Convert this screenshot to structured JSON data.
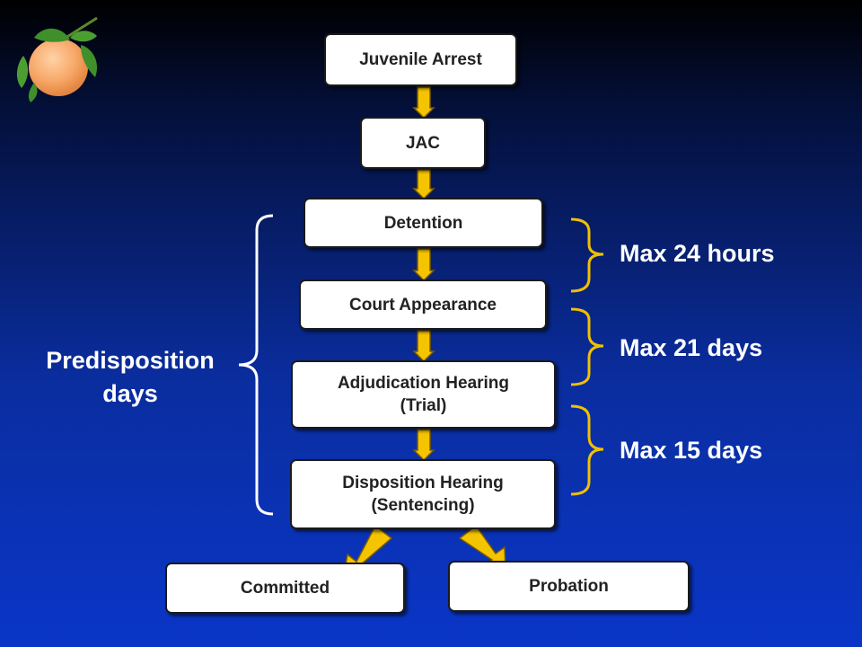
{
  "nodes": {
    "juvenile_arrest": "Juvenile Arrest",
    "jac": "JAC",
    "detention": "Detention",
    "court_appearance": "Court Appearance",
    "adjudication": [
      "Adjudication Hearing",
      "(Trial)"
    ],
    "disposition": [
      "Disposition Hearing",
      "(Sentencing)"
    ],
    "committed": "Committed",
    "probation": "Probation"
  },
  "time_limits": [
    "Max 24 hours",
    "Max 21 days",
    "Max 15 days"
  ],
  "predisposition": [
    "Predisposition",
    "days"
  ],
  "colors": {
    "arrow_fill": "#f5c400",
    "arrow_stroke": "#7a5a00",
    "bracket": "#f0c000",
    "node_fill": "#ffffff",
    "text_white": "#ffffff"
  },
  "logo": {
    "icon": "orange-fruit-icon"
  }
}
